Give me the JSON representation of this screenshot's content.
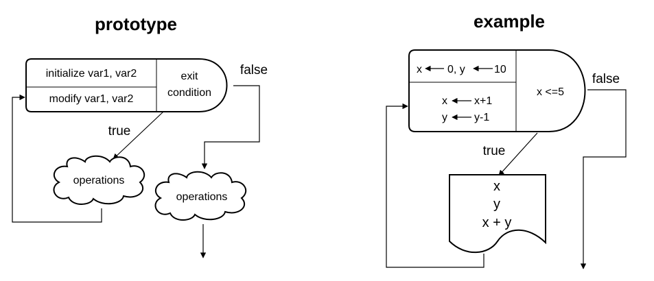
{
  "prototype": {
    "title": "prototype",
    "init_label": "initialize var1, var2",
    "modify_label": "modify var1, var2",
    "condition_line1": "exit",
    "condition_line2": "condition",
    "false_label": "false",
    "true_label": "true",
    "operations_left": "operations",
    "operations_right": "operations"
  },
  "example": {
    "title": "example",
    "init_x": "x",
    "init_x_val": "0,  y",
    "init_y_val": "10",
    "modify_x": "x",
    "modify_x_val": "x+1",
    "modify_y": "y",
    "modify_y_val": "y-1",
    "condition": "x <=5",
    "false_label": "false",
    "true_label": "true",
    "output_line1": "x",
    "output_line2": "y",
    "output_line3": "x + y"
  }
}
